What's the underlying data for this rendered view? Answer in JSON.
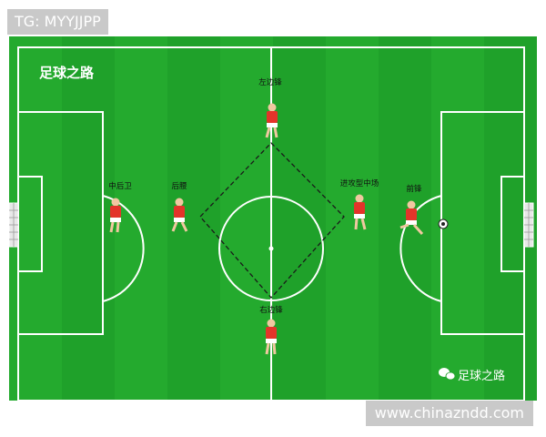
{
  "watermark_tag": "TG: MYYJJPP",
  "pitch_title": "足球之路",
  "brand_text": "足球之路",
  "website": "www.chinazndd.com",
  "positions": [
    {
      "id": "left-winger",
      "label": "左边锋"
    },
    {
      "id": "center-back",
      "label": "中后卫"
    },
    {
      "id": "defensive-mid",
      "label": "后腰"
    },
    {
      "id": "attacking-mid",
      "label": "进攻型中场"
    },
    {
      "id": "striker",
      "label": "前锋"
    },
    {
      "id": "right-winger",
      "label": "右边锋"
    }
  ],
  "colors": {
    "pitch": "#1fa12a",
    "lines": "#ffffff",
    "jersey": "#e3342a",
    "tag_bg": "#c9c9c9"
  },
  "icons": [
    "wechat-icon",
    "ball-icon",
    "goal-icon"
  ]
}
